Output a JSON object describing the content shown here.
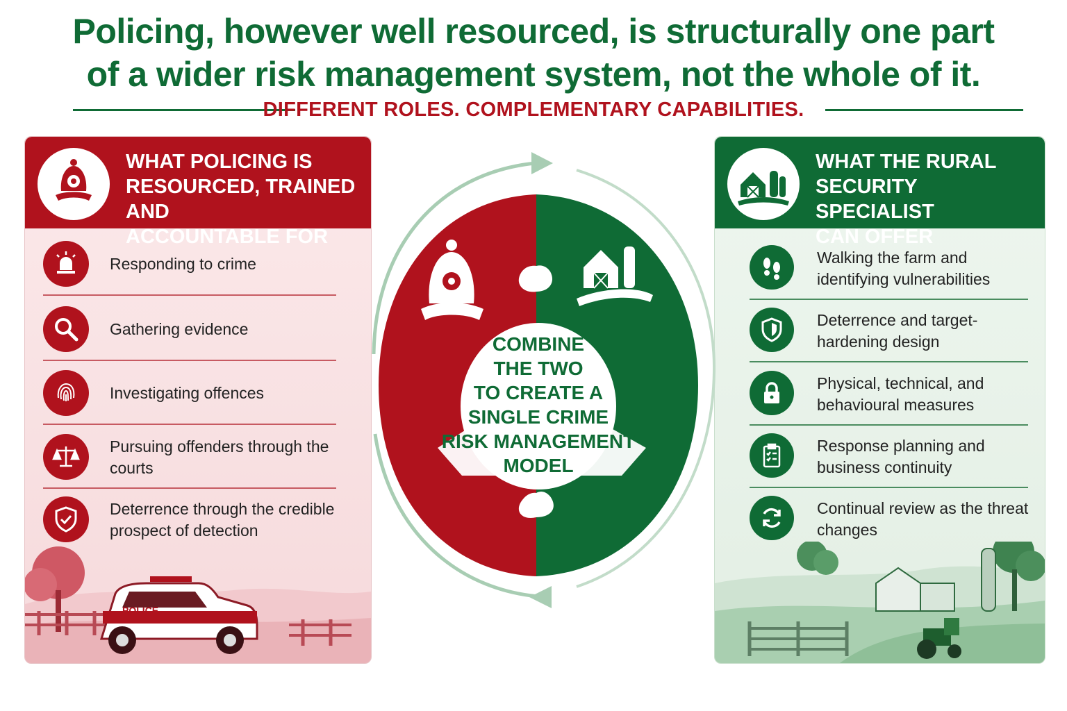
{
  "headline": {
    "line1": "Policing, however well resourced, is structurally one part",
    "line2": "of a wider risk management system, not the whole of it."
  },
  "subline": "DIFFERENT ROLES. COMPLEMENTARY CAPABILITIES.",
  "left_panel": {
    "title": [
      "WHAT POLICING IS",
      "RESOURCED, TRAINED AND",
      "ACCOUNTABLE FOR"
    ],
    "badge_icon": "police-helmet-icon",
    "items": [
      {
        "icon": "siren-icon",
        "text": "Responding to crime"
      },
      {
        "icon": "magnifier-icon",
        "text": "Gathering evidence"
      },
      {
        "icon": "fingerprint-icon",
        "text": "Investigating offences"
      },
      {
        "icon": "scales-icon",
        "text": "Pursuing offenders through the courts"
      },
      {
        "icon": "shield-check-icon",
        "text": "Deterrence through the credible prospect of detection"
      }
    ],
    "scene_car_label": "POLICE",
    "color": "#b0121d"
  },
  "right_panel": {
    "title": [
      "WHAT THE RURAL",
      "SECURITY SPECIALIST",
      "CAN OFFER"
    ],
    "badge_icon": "farm-barn-icon",
    "items": [
      {
        "icon": "footprints-icon",
        "text": "Walking the farm and identifying vulnerabilities"
      },
      {
        "icon": "shield-icon",
        "text": "Deterrence and target-hardening design"
      },
      {
        "icon": "padlock-icon",
        "text": "Physical, technical, and behavioural measures"
      },
      {
        "icon": "clipboard-checklist-icon",
        "text": "Response planning and business continuity"
      },
      {
        "icon": "refresh-cycle-icon",
        "text": "Continual review as the threat changes"
      }
    ],
    "color": "#0f6b35"
  },
  "centre": {
    "text": [
      "COMBINE",
      "THE TWO",
      "TO CREATE A",
      "SINGLE CRIME",
      "RISK MANAGEMENT",
      "MODEL"
    ],
    "left_icon": "police-helmet-icon",
    "right_icon": "farm-barn-icon"
  }
}
